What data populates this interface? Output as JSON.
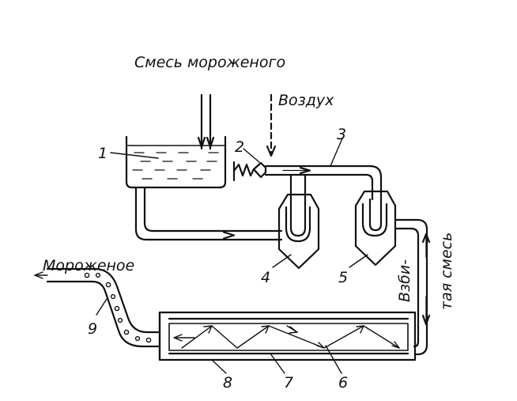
{
  "labels": {
    "mix_in": "Смесь мороженого",
    "air": "Воздух",
    "ice_cream": "Мороженое",
    "aerated_line1": "Взби-",
    "aerated_line2": "тая смесь"
  },
  "parts": [
    "1",
    "2",
    "3",
    "4",
    "5",
    "6",
    "7",
    "8",
    "9"
  ],
  "colors": {
    "ink": "#111111",
    "liquid": "#111111",
    "paper": "#ffffff"
  }
}
